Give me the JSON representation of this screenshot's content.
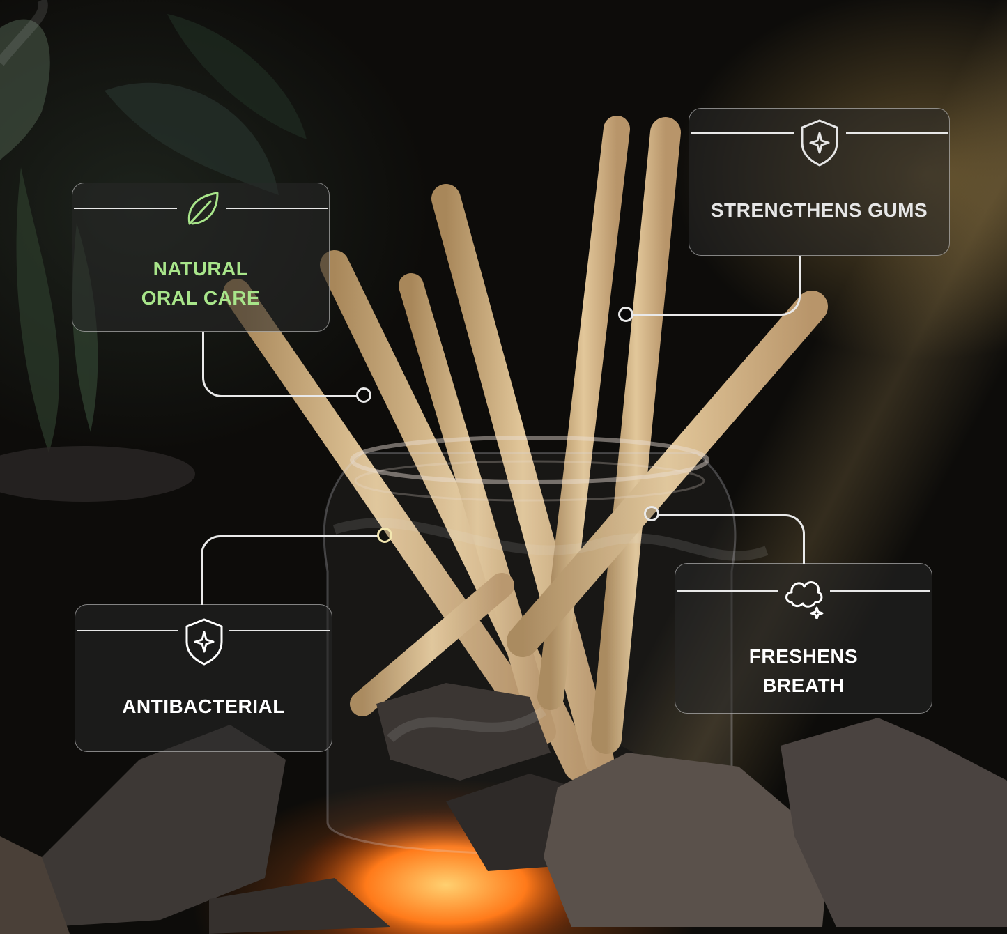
{
  "features": {
    "natural": {
      "line1": "NATURAL",
      "line2": "ORAL CARE",
      "color": "#a8e58a",
      "icon": "leaf-icon"
    },
    "gums": {
      "label": "STRENGTHENS GUMS",
      "color": "#e6e6e6",
      "icon": "shield-sparkle-icon"
    },
    "antibacterial": {
      "label": "ANTIBACTERIAL",
      "color": "#ffffff",
      "icon": "shield-sparkle-icon"
    },
    "breath": {
      "line1": "FRESHENS",
      "line2": "BREATH",
      "color": "#ffffff",
      "icon": "cloud-sparkle-icon"
    }
  }
}
